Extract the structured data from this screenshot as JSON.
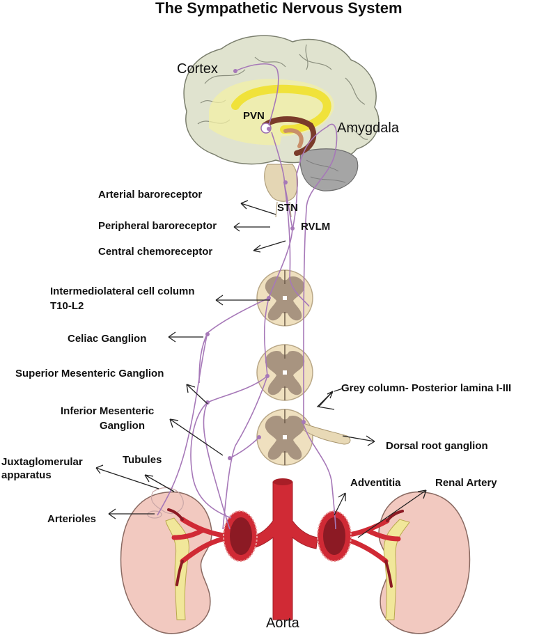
{
  "title": "The Sympathetic Nervous System",
  "brain": {
    "cortex": "Cortex",
    "pvn": "PVN",
    "amygdala": "Amygdala",
    "stn": "STN",
    "rvlm": "RVLM"
  },
  "receptors": {
    "arterial": "Arterial baroreceptor",
    "peripheral": "Peripheral baroreceptor",
    "central": "Central chemoreceptor"
  },
  "spinal": {
    "intermediolateral_line1": "Intermediolateral cell column",
    "intermediolateral_line2": "T10-L2",
    "grey_column": "Grey column- Posterior lamina  I-III",
    "dorsal_root": "Dorsal root ganglion"
  },
  "ganglia": {
    "celiac": "Celiac Ganglion",
    "superior_mesenteric": "Superior Mesenteric Ganglion",
    "inferior_mesenteric_line1": "Inferior Mesenteric",
    "inferior_mesenteric_line2": "Ganglion"
  },
  "kidney": {
    "juxta_line1": "Juxtaglomerular",
    "juxta_line2": "apparatus",
    "tubules": "Tubules",
    "arterioles": "Arterioles",
    "adventitia": "Adventitia",
    "renal_artery": "Renal Artery"
  },
  "aorta": "Aorta",
  "colors": {
    "nerve": "#a678b8",
    "artery": "#d02a35",
    "artery_dark": "#8c1a24",
    "kidney": "#f2c9c0",
    "brain": "#e0e3cf",
    "spinal_cord": "#efe0bf",
    "grey_matter": "#a89480"
  }
}
